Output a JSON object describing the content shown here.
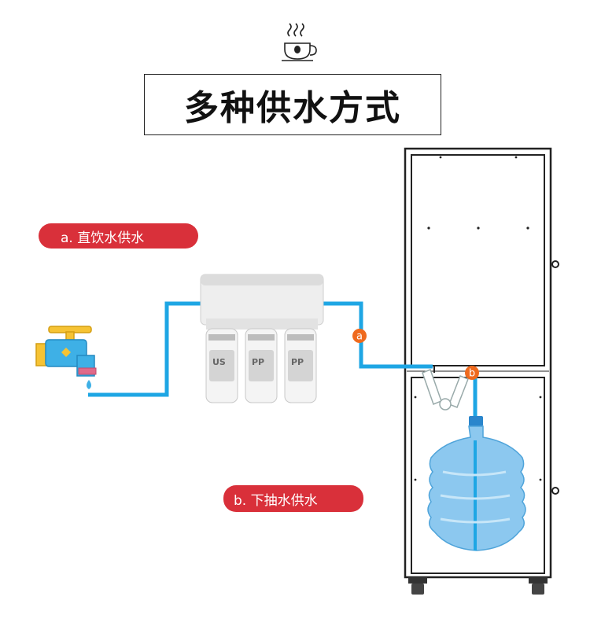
{
  "title": "多种供水方式",
  "method_a_label": "a. 直饮水供水",
  "method_b_label": "b. 下抽水供水",
  "marker_a": "a",
  "marker_b": "b",
  "filter_labels": [
    "US",
    "PP",
    "PP"
  ],
  "colors": {
    "pipe": "#1ea6e4",
    "accent_red": "#d9303a",
    "marker_orange": "#ef6a1e",
    "faucet_yellow": "#f6c334",
    "faucet_blue": "#3eb0e6",
    "bottle_blue": "#8cc8ef"
  },
  "icons": [
    "coffee-cup-icon",
    "faucet-icon",
    "water-filter-icon",
    "water-bottle-icon",
    "cabinet-icon"
  ]
}
